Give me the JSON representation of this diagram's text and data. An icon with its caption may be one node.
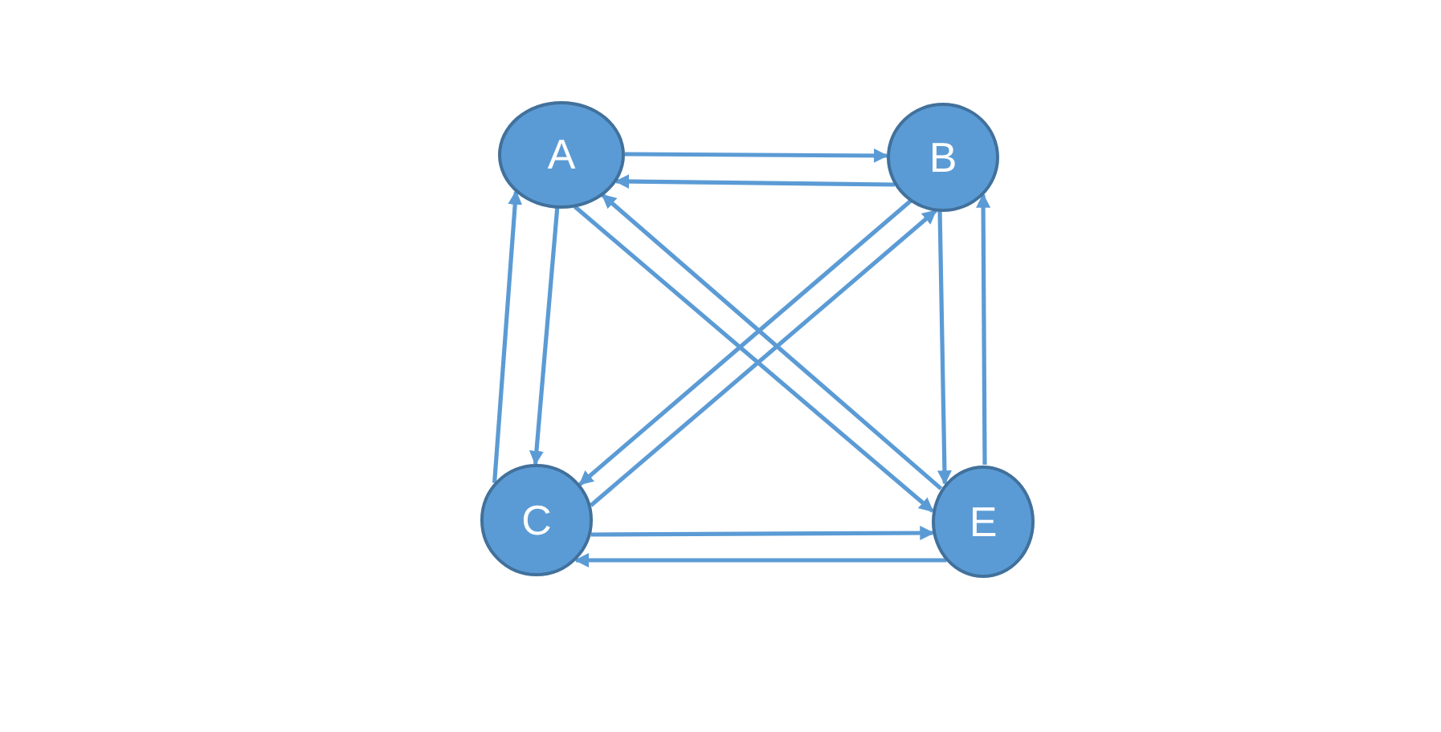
{
  "diagram": {
    "nodes": [
      {
        "text": [
          "A"
        ]
      },
      {
        "text": [
          "B"
        ]
      },
      {
        "text": [
          "C"
        ]
      },
      {
        "text": [
          "E"
        ]
      }
    ],
    "edges": [
      {
        "from": 0,
        "to": 1,
        "arrow": "to"
      },
      {
        "from": 1,
        "to": 0,
        "arrow": "to"
      },
      {
        "from": 0,
        "to": 2,
        "arrow": "to"
      },
      {
        "from": 2,
        "to": 0,
        "arrow": "to"
      },
      {
        "from": 0,
        "to": 3,
        "arrow": "to"
      },
      {
        "from": 3,
        "to": 0,
        "arrow": "to"
      },
      {
        "from": 1,
        "to": 2,
        "arrow": "to"
      },
      {
        "from": 2,
        "to": 1,
        "arrow": "to"
      },
      {
        "from": 1,
        "to": 3,
        "arrow": "to"
      },
      {
        "from": 3,
        "to": 1,
        "arrow": "to"
      },
      {
        "from": 2,
        "to": 3,
        "arrow": "to"
      },
      {
        "from": 3,
        "to": 2,
        "arrow": "to"
      }
    ]
  }
}
